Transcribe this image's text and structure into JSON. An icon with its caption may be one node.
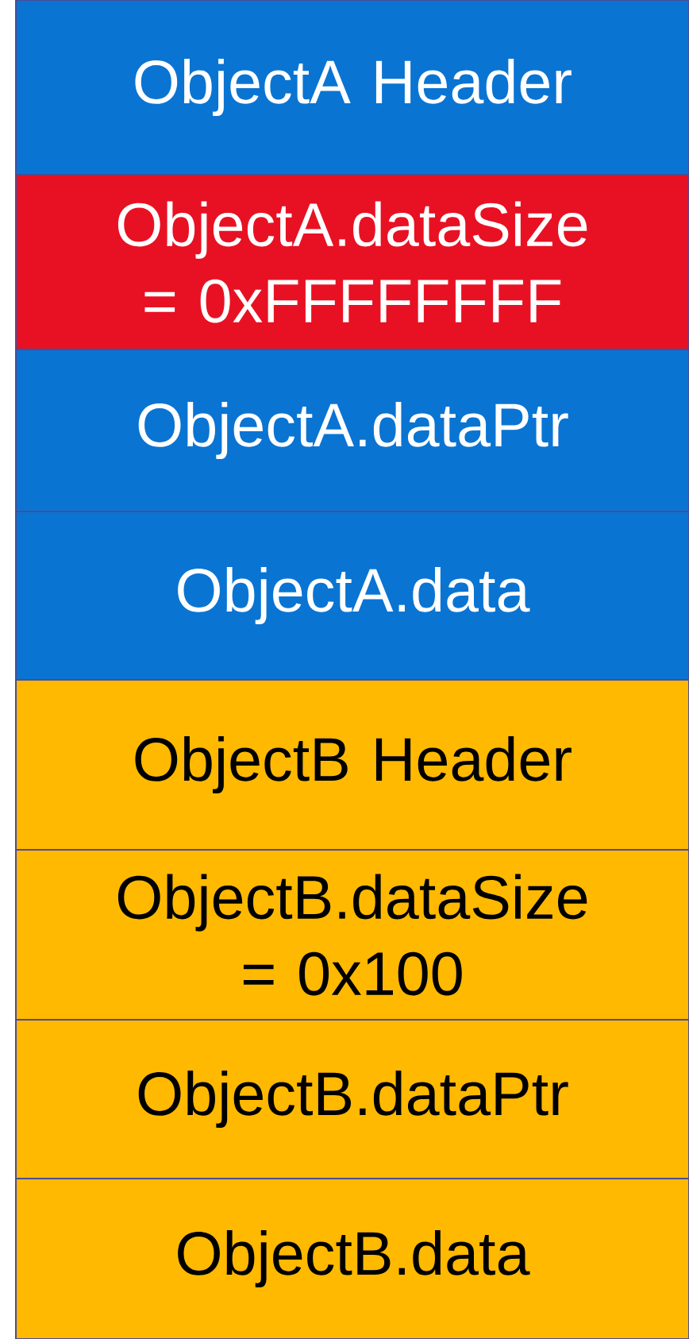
{
  "diagram": {
    "nodes": [
      {
        "text": [
          "ObjectA Header"
        ]
      },
      {
        "text": [
          "ObjectA.dataSize = 0xFFFFFFFF"
        ]
      },
      {
        "text": [
          "ObjectA.dataPtr"
        ]
      },
      {
        "text": [
          "ObjectA.data"
        ]
      },
      {
        "text": [
          "ObjectB Header"
        ]
      },
      {
        "text": [
          "ObjectB.dataSize = 0x100"
        ]
      },
      {
        "text": [
          "ObjectB.dataPtr"
        ]
      },
      {
        "text": [
          "ObjectB.data"
        ]
      }
    ]
  }
}
